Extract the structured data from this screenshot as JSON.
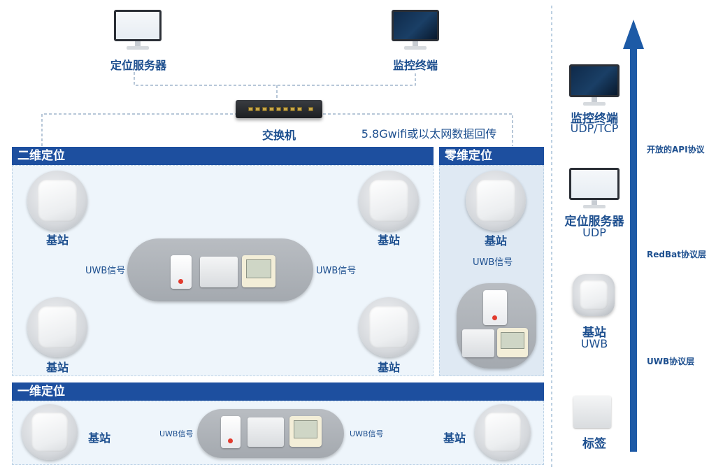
{
  "top": {
    "server_label": "定位服务器",
    "monitor_label": "监控终端",
    "switch_label": "交换机",
    "backhaul_label": "5.8Gwifi或以太网数据回传"
  },
  "sections": {
    "two_d": {
      "title": "二维定位",
      "station_labels": [
        "基站",
        "基站",
        "基站",
        "基站"
      ],
      "uwb_left": "UWB信号",
      "uwb_right": "UWB信号"
    },
    "zero_d": {
      "title": "零维定位",
      "station_label": "基站",
      "uwb": "UWB信号"
    },
    "one_d": {
      "title": "一维定位",
      "station_left": "基站",
      "station_right": "基站",
      "uwb_left": "UWB信号",
      "uwb_right": "UWB信号"
    }
  },
  "stack": {
    "monitor_label": "监控终端",
    "monitor_protocol": "UDP/TCP",
    "server_label": "定位服务器",
    "server_protocol": "UDP",
    "station_label": "基站",
    "station_protocol": "UWB",
    "tag_label": "标签",
    "layers": [
      "开放的API协议",
      "RedBat协议层",
      "UWB协议层"
    ]
  },
  "colors": {
    "brand_blue": "#1d4f9f",
    "arrow_blue": "#1d5aa6",
    "zone_bg": "#eef5fb"
  }
}
